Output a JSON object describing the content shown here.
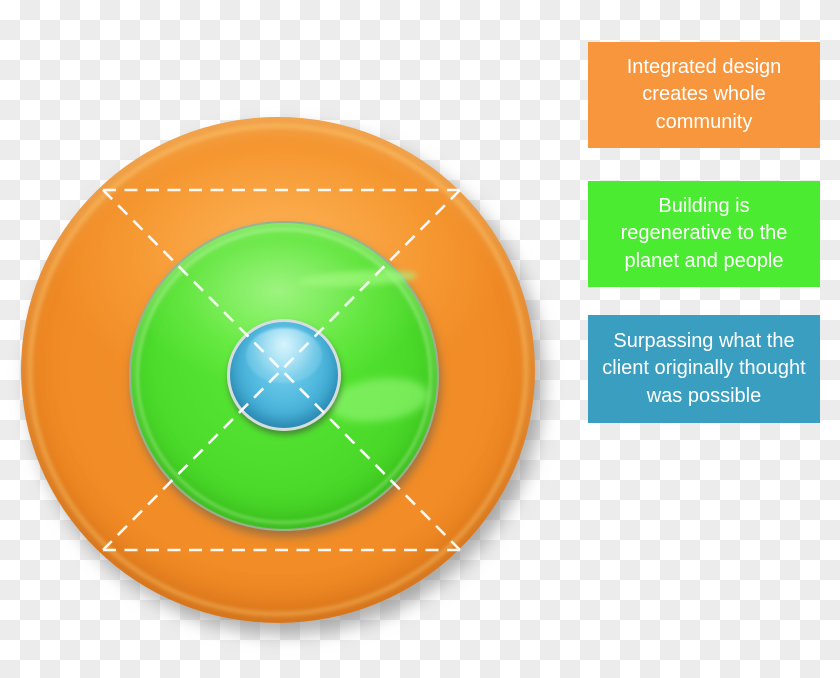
{
  "canvas": {
    "checker_light": "#ffffff",
    "checker_gray": "#ececec"
  },
  "diagram": {
    "outer_ring_color": "#F18C26",
    "middle_ring_color": "#4EDD2D",
    "center_dot_color": "#45B2DA",
    "guide_line_color": "#ffffff"
  },
  "callouts": [
    {
      "text": "Integrated design creates whole community",
      "fill": "#F7963C"
    },
    {
      "text": "Building is regenerative to the planet and people",
      "fill": "#4BEB31"
    },
    {
      "text": "Surpassing what the client originally thought was possible",
      "fill": "#3A9EC1"
    }
  ]
}
